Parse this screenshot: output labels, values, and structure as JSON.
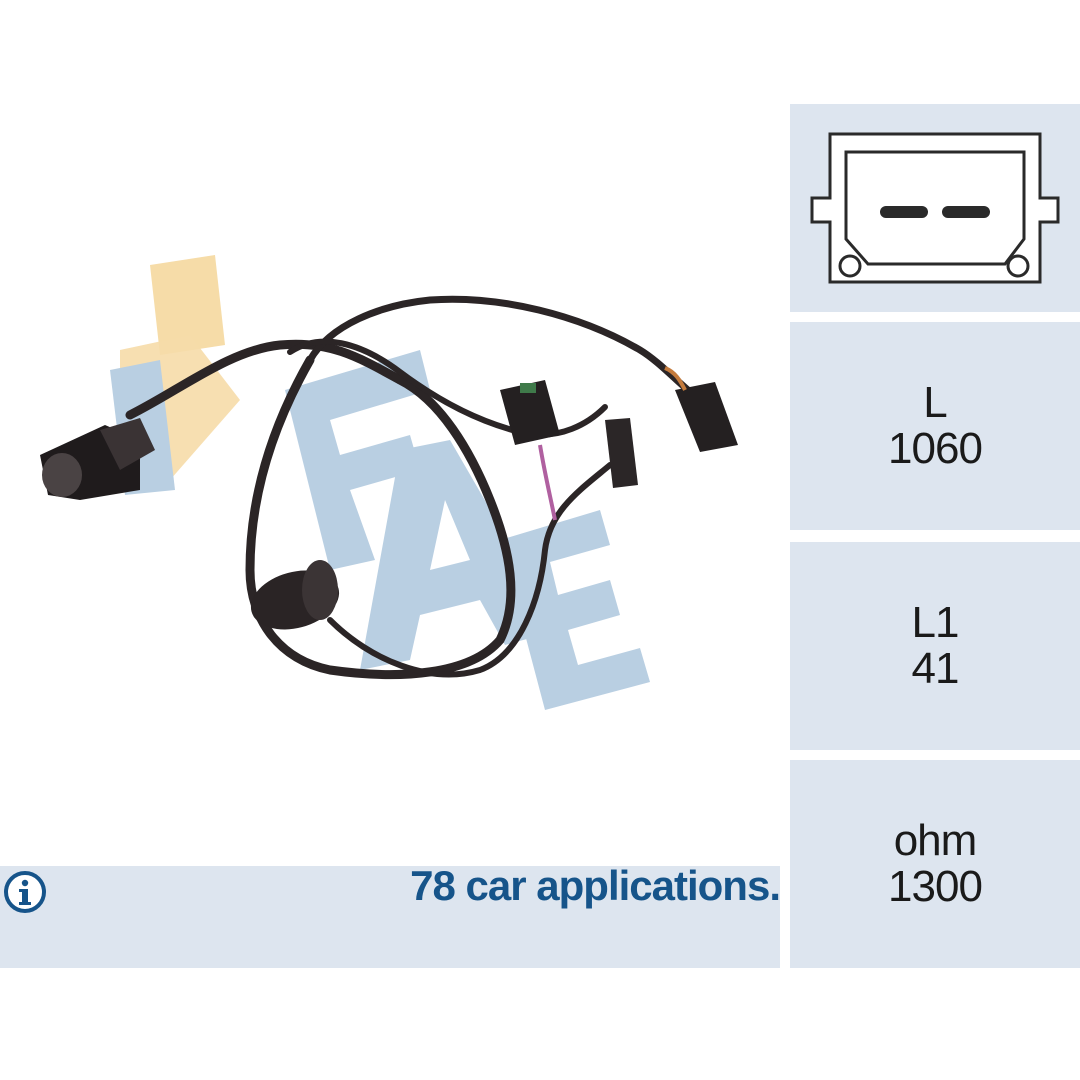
{
  "brand": {
    "logo_text": "FAE",
    "logo_color": "#b9cfe2",
    "logo_accent_color": "#f6dca8"
  },
  "product": {
    "image_icon": "abs-sensor-cable-image"
  },
  "connector": {
    "icon": "two-pin-connector-diagram-icon"
  },
  "specs": {
    "length": {
      "label": "L",
      "value": "1060"
    },
    "length1": {
      "label": "L1",
      "value": "41"
    },
    "resistance": {
      "label": "ohm",
      "value": "1300"
    }
  },
  "info": {
    "icon": "info-icon",
    "applications_text": "78 car applications."
  },
  "colors": {
    "panel_bg": "#dde5ef",
    "accent_text": "#16548a",
    "spec_text": "#1a1a1a"
  }
}
